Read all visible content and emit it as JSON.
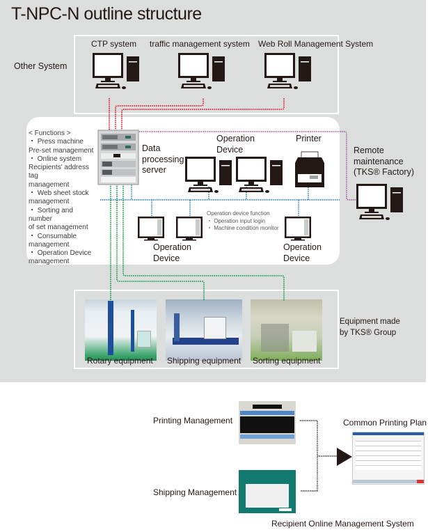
{
  "title": "T-NPC-N outline structure",
  "other_system": {
    "label": "Other System",
    "systems": [
      {
        "label": "CTP system",
        "icon": "desktop-computer-icon"
      },
      {
        "label": "traffic management system",
        "icon": "desktop-computer-icon"
      },
      {
        "label": "Web Roll Management System",
        "icon": "desktop-computer-icon"
      }
    ]
  },
  "functions": {
    "heading": "< Functions >",
    "items": [
      "・ Press machine",
      "Pre-set management",
      "・ Online system",
      "Recipients' address tag",
      "management",
      "・ Web sheet stock",
      "management",
      "・ Sorting and number",
      "of set management",
      "・ Consumable",
      "management",
      "・ Operation Device",
      "management"
    ]
  },
  "server": {
    "label_lines": [
      "Data",
      "processing",
      "server"
    ],
    "icon": "server-rack-icon"
  },
  "operation_device_top": {
    "label_lines": [
      "Operation",
      "Device"
    ]
  },
  "printer": {
    "label": "Printer",
    "icon": "printer-icon"
  },
  "remote": {
    "label_lines": [
      "Remote",
      "maintenance",
      "(TKS® Factory)"
    ],
    "icon": "desktop-computer-icon"
  },
  "operation_device_function": {
    "heading": "Operation device function",
    "items": [
      "・ Operation input login",
      "・ Machine condition monitor"
    ]
  },
  "operation_device_left": {
    "label_lines": [
      "Operation",
      "Device"
    ]
  },
  "operation_device_right": {
    "label_lines": [
      "Operation",
      "Device"
    ]
  },
  "equipment": {
    "label_lines": [
      "Equipment made",
      "by TKS® Group"
    ],
    "items": [
      {
        "label": "Rotary equipment"
      },
      {
        "label": "Shipping equipment"
      },
      {
        "label": "Sorting equipment"
      }
    ]
  },
  "bottom": {
    "printing_management": "Printing Management",
    "shipping_management": "Shipping Management",
    "common_printing_plan": "Common Printing Plan",
    "caption": "Recipient  Online Management System"
  },
  "colors": {
    "panel_bg": "#dcdddd",
    "red_line": "#e60012",
    "green_line": "#009944",
    "blue_line": "#0068b7",
    "purple_line": "#a0439a"
  }
}
